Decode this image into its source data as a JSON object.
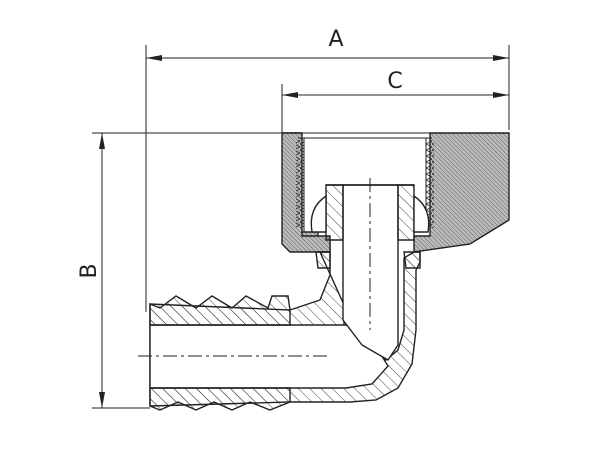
{
  "drawing": {
    "title": "",
    "dimensions": [
      {
        "id": "A",
        "label": "A"
      },
      {
        "id": "B",
        "label": "B"
      },
      {
        "id": "C",
        "label": "C"
      }
    ],
    "colors": {
      "line": "#222222",
      "fill": "#ffffff",
      "hatch_dark": "#888888"
    }
  }
}
